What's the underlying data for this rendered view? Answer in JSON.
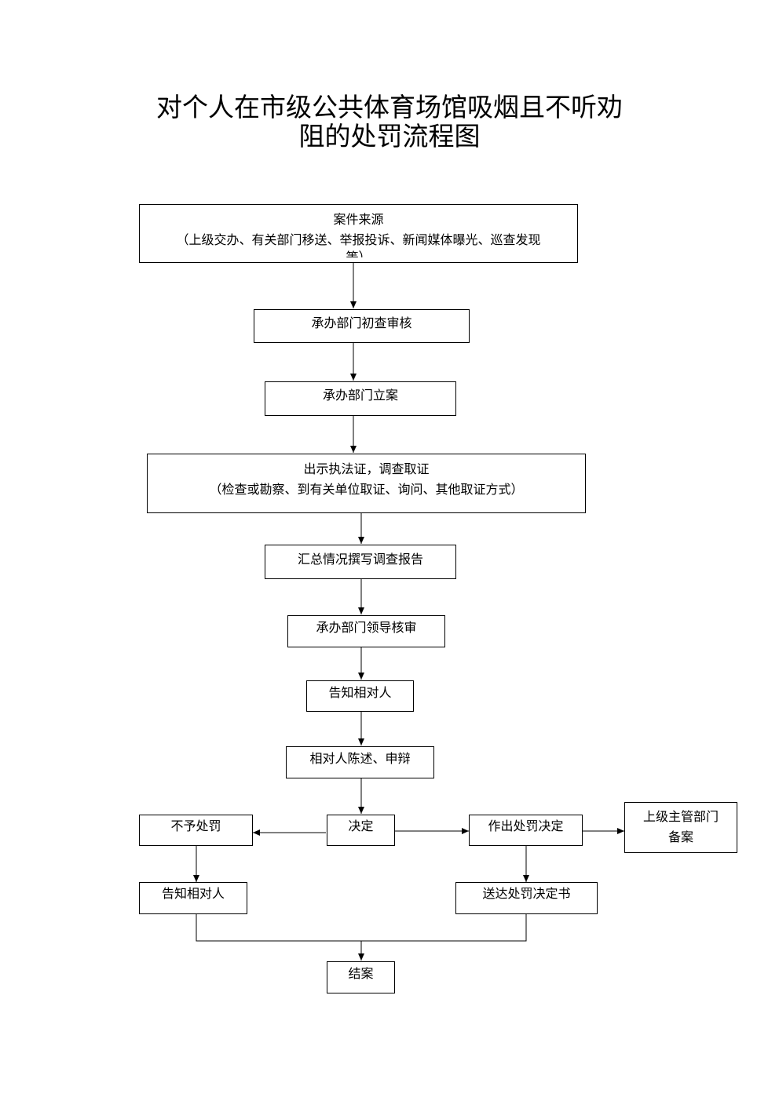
{
  "title": {
    "line1": "对个人在市级公共体育场馆吸烟且不听劝",
    "line2": "阻的处罚流程图"
  },
  "nodes": {
    "source": {
      "label": "案件来源",
      "detail": "（上级交办、有关部门移送、举报投诉、新闻媒体曝光、巡查发现",
      "overflow": "等）"
    },
    "initial_review": {
      "label": "承办部门初查审核"
    },
    "file_case": {
      "label": "承办部门立案"
    },
    "investigate": {
      "label": "出示执法证，调查取证",
      "detail": "（检查或勘察、到有关单位取证、询问、其他取证方式）"
    },
    "report": {
      "label": "汇总情况撰写调查报告"
    },
    "leader_review": {
      "label": "承办部门领导核审"
    },
    "notify_party": {
      "label": "告知相对人"
    },
    "statement": {
      "label": "相对人陈述、申辩"
    },
    "decision": {
      "label": "决定"
    },
    "no_penalty": {
      "label": "不予处罚"
    },
    "penalty_decision": {
      "label": "作出处罚决定"
    },
    "superior_record": {
      "line1": "上级主管部门",
      "line2": "备案"
    },
    "notify_party_2": {
      "label": "告知相对人"
    },
    "deliver_decision": {
      "label": "送达处罚决定书"
    },
    "close_case": {
      "label": "结案"
    }
  }
}
